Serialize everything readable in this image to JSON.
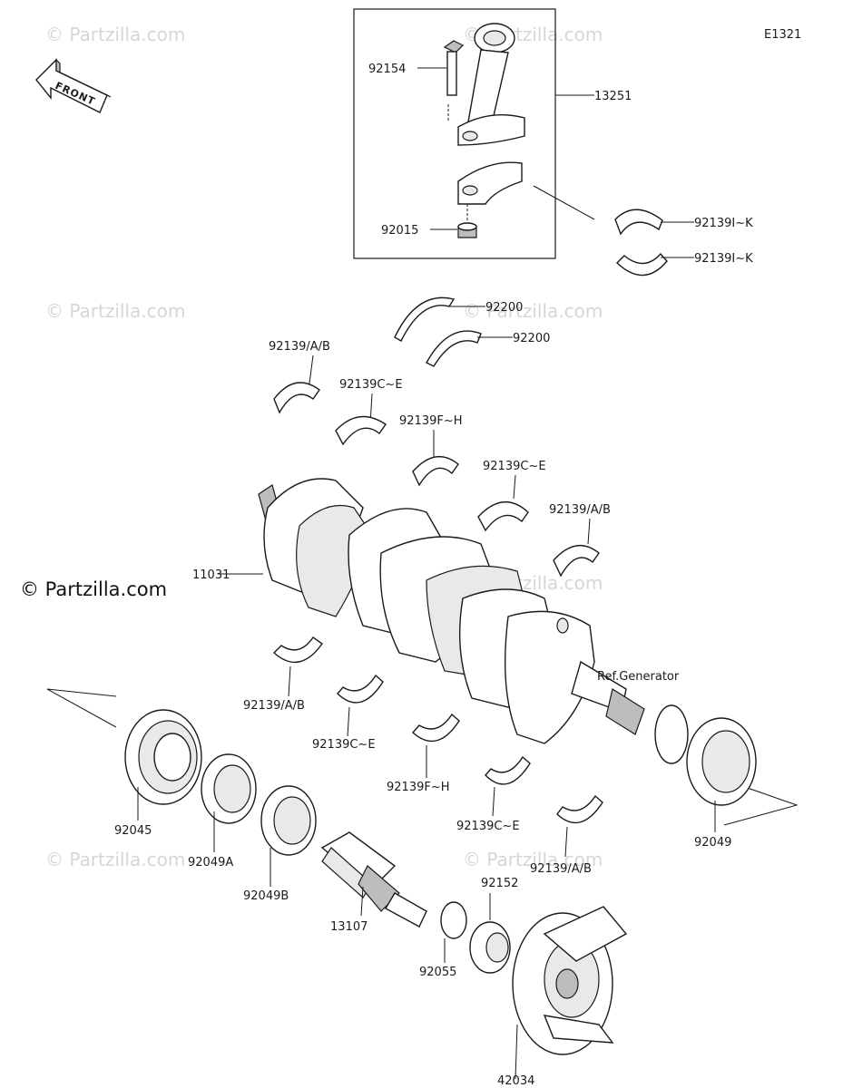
{
  "diagram_code": "E1321",
  "front_arrow_label": "FRONT",
  "watermark_text": "© Partzilla.com",
  "watermark_main": "© Partzilla.com",
  "reference_note": "Ref.Generator",
  "parts": {
    "p13251": "13251",
    "p92154": "92154",
    "p92015": "92015",
    "p92139IK_1": "92139I~K",
    "p92139IK_2": "92139I~K",
    "p92200_1": "92200",
    "p92200_2": "92200",
    "p92139AB_1": "92139/A/B",
    "p92139CE_1": "92139C~E",
    "p92139FH_1": "92139F~H",
    "p92139CE_2": "92139C~E",
    "p92139AB_2": "92139/A/B",
    "p11031": "11031",
    "p92139AB_3": "92139/A/B",
    "p92139CE_3": "92139C~E",
    "p92139FH_2": "92139F~H",
    "p92139CE_4": "92139C~E",
    "p92139AB_4": "92139/A/B",
    "p92045": "92045",
    "p92049A": "92049A",
    "p92049B": "92049B",
    "p13107": "13107",
    "p92055": "92055",
    "p92152": "92152",
    "p42034": "42034",
    "p92049": "92049"
  }
}
